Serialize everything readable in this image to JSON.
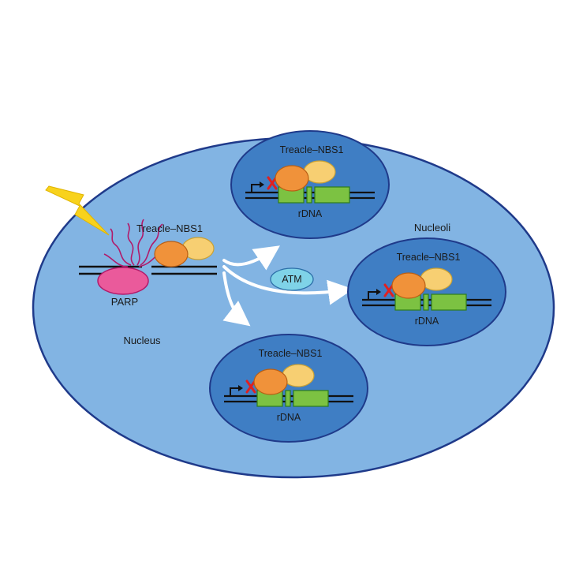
{
  "labels": {
    "complex_main": "Treacle–NBS1",
    "parp": "PARP",
    "nucleus": "Nucleus",
    "nucleoli": "Nucleoli",
    "atm": "ATM"
  },
  "nucleoli": [
    {
      "complex": "Treacle–NBS1",
      "gene": "rDNA"
    },
    {
      "complex": "Treacle–NBS1",
      "gene": "rDNA"
    },
    {
      "complex": "Treacle–NBS1",
      "gene": "rDNA"
    }
  ],
  "colors": {
    "nucleus_fill": "#82b4e3",
    "nucleolus_fill": "#3f7ec4",
    "outline": "#1f3a8a",
    "treacle": "#f0923a",
    "nbs1": "#f7cf72",
    "parp": "#ea5a9b",
    "rdna_box": "#7cc242",
    "inhibition_x": "#e02020",
    "atm_fill": "#7fd3e8",
    "lightning": "#f8d21c",
    "par_chains": "#b01b6b"
  },
  "icons": {
    "damage": "lightning-bolt-icon",
    "inhibition": "red-x-icon",
    "promoter": "promoter-arrow-icon"
  }
}
